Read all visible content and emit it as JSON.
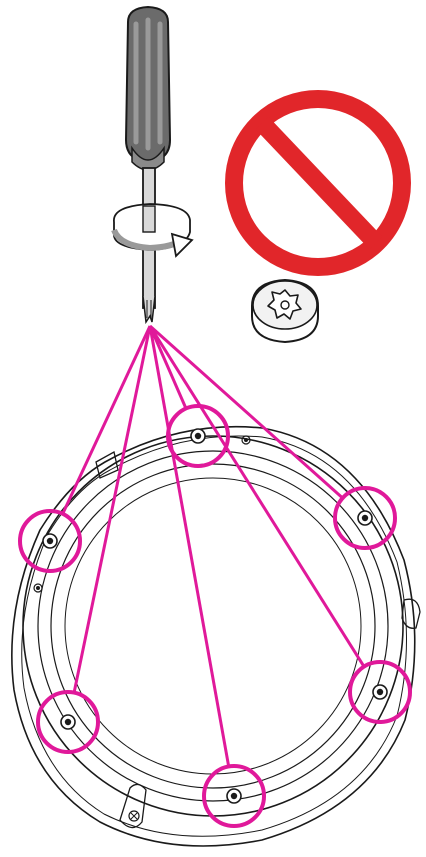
{
  "colors": {
    "background": "#ffffff",
    "line": "#1a1a1a",
    "highlight": "#e0199a",
    "prohibited": "#e1262a",
    "handle_dark": "#6b6b6b",
    "handle_light": "#9a9a9a",
    "shaft": "#d9d9d9"
  },
  "icons": {
    "tool": "torx-screwdriver-icon",
    "rotation": "clockwise-rotation-arrow-icon",
    "prohibition": "prohibited-sign-icon",
    "fastener": "security-torx-screw-icon"
  },
  "screws": [
    {
      "id": "screw-top"
    },
    {
      "id": "screw-upper-right"
    },
    {
      "id": "screw-left"
    },
    {
      "id": "screw-lower-left"
    },
    {
      "id": "screw-lower-right"
    },
    {
      "id": "screw-bottom"
    }
  ]
}
